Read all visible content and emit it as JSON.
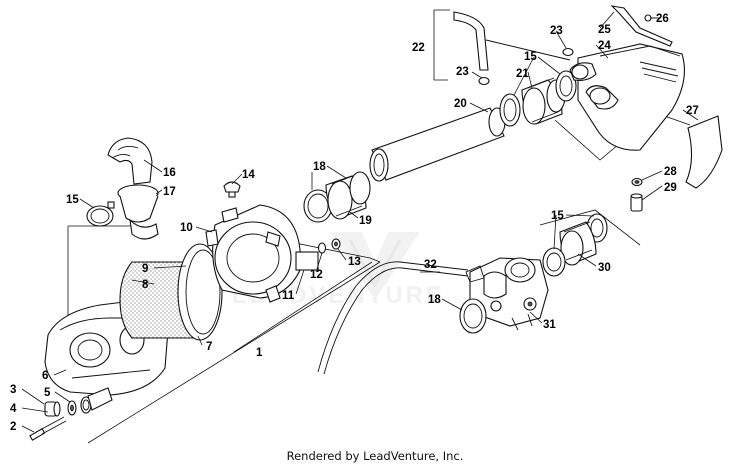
{
  "callouts": [
    {
      "label": "1"
    },
    {
      "label": "2"
    },
    {
      "label": "3"
    },
    {
      "label": "4"
    },
    {
      "label": "5"
    },
    {
      "label": "6"
    },
    {
      "label": "7"
    },
    {
      "label": "8"
    },
    {
      "label": "9"
    },
    {
      "label": "10"
    },
    {
      "label": "11"
    },
    {
      "label": "12"
    },
    {
      "label": "13"
    },
    {
      "label": "14"
    },
    {
      "label": "15"
    },
    {
      "label": "15"
    },
    {
      "label": "15"
    },
    {
      "label": "16"
    },
    {
      "label": "17"
    },
    {
      "label": "18"
    },
    {
      "label": "18"
    },
    {
      "label": "19"
    },
    {
      "label": "20"
    },
    {
      "label": "21"
    },
    {
      "label": "22"
    },
    {
      "label": "23"
    },
    {
      "label": "23"
    },
    {
      "label": "24"
    },
    {
      "label": "25"
    },
    {
      "label": "26"
    },
    {
      "label": "27"
    },
    {
      "label": "28"
    },
    {
      "label": "29"
    },
    {
      "label": "30"
    },
    {
      "label": "31"
    },
    {
      "label": "32"
    }
  ],
  "watermark": "LEADVENTURE",
  "footer": "Rendered by LeadVenture, Inc."
}
